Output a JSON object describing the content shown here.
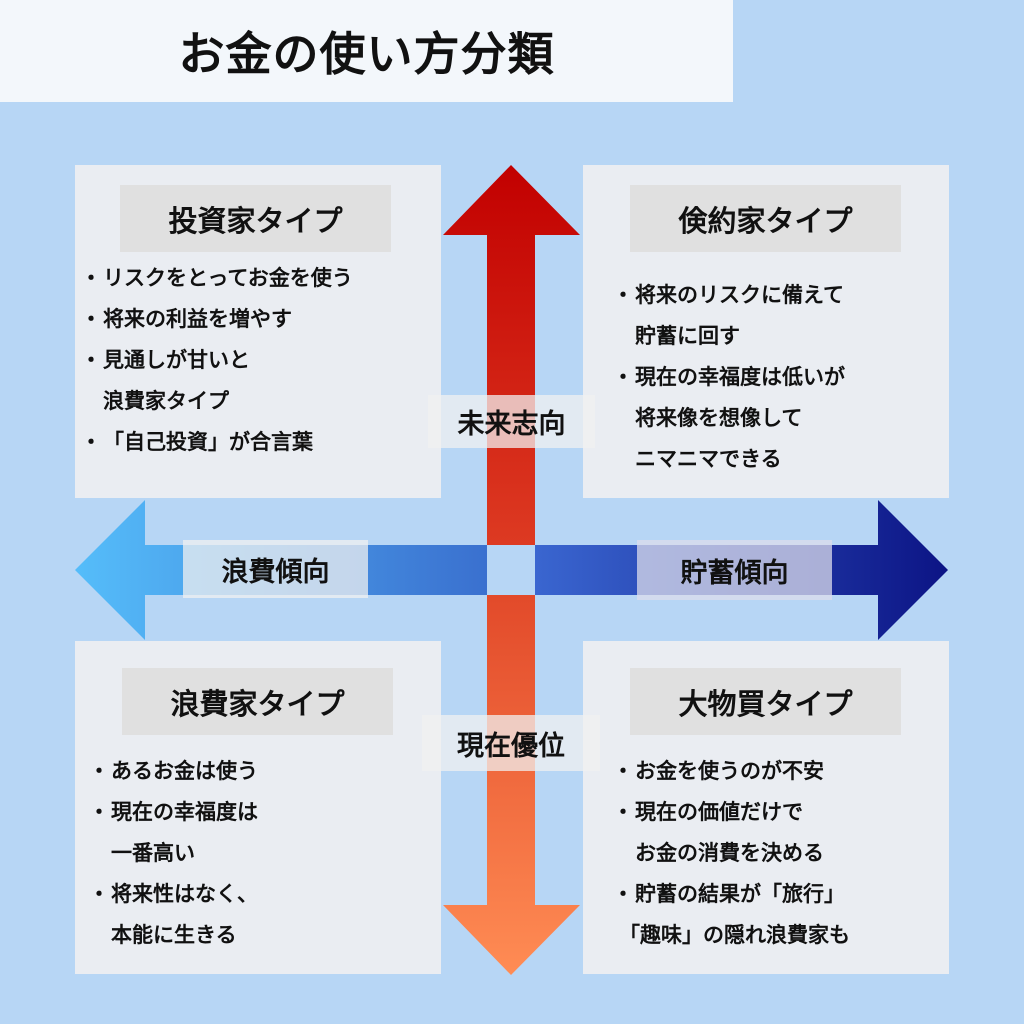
{
  "title": "お金の使い方分類",
  "axes": {
    "up": "未来志向",
    "down": "現在優位",
    "left": "浪費傾向",
    "right": "貯蓄傾向"
  },
  "quadrants": {
    "top_left": {
      "heading": "投資家タイプ",
      "items": [
        [
          "リスクをとってお金を使う"
        ],
        [
          "将来の利益を増やす"
        ],
        [
          "見通しが甘いと",
          "浪費家タイプ"
        ],
        [
          "「自己投資」が合言葉"
        ]
      ]
    },
    "top_right": {
      "heading": "倹約家タイプ",
      "items": [
        [
          "将来のリスクに備えて",
          "貯蓄に回す"
        ],
        [
          "現在の幸福度は低いが",
          "将来像を想像して",
          "ニマニマできる"
        ]
      ]
    },
    "bottom_left": {
      "heading": "浪費家タイプ",
      "items": [
        [
          "あるお金は使う"
        ],
        [
          "現在の幸福度は",
          "一番高い"
        ],
        [
          "将来性はなく、",
          "本能に生きる"
        ]
      ]
    },
    "bottom_right": {
      "heading": "大物買タイプ",
      "items": [
        [
          "お金を使うのが不安"
        ],
        [
          "現在の価値だけで",
          "お金の消費を決める"
        ],
        [
          "貯蓄の結果が「旅行」",
          "「趣味」の隠れ浪費家も"
        ]
      ]
    }
  },
  "bullet": "・"
}
